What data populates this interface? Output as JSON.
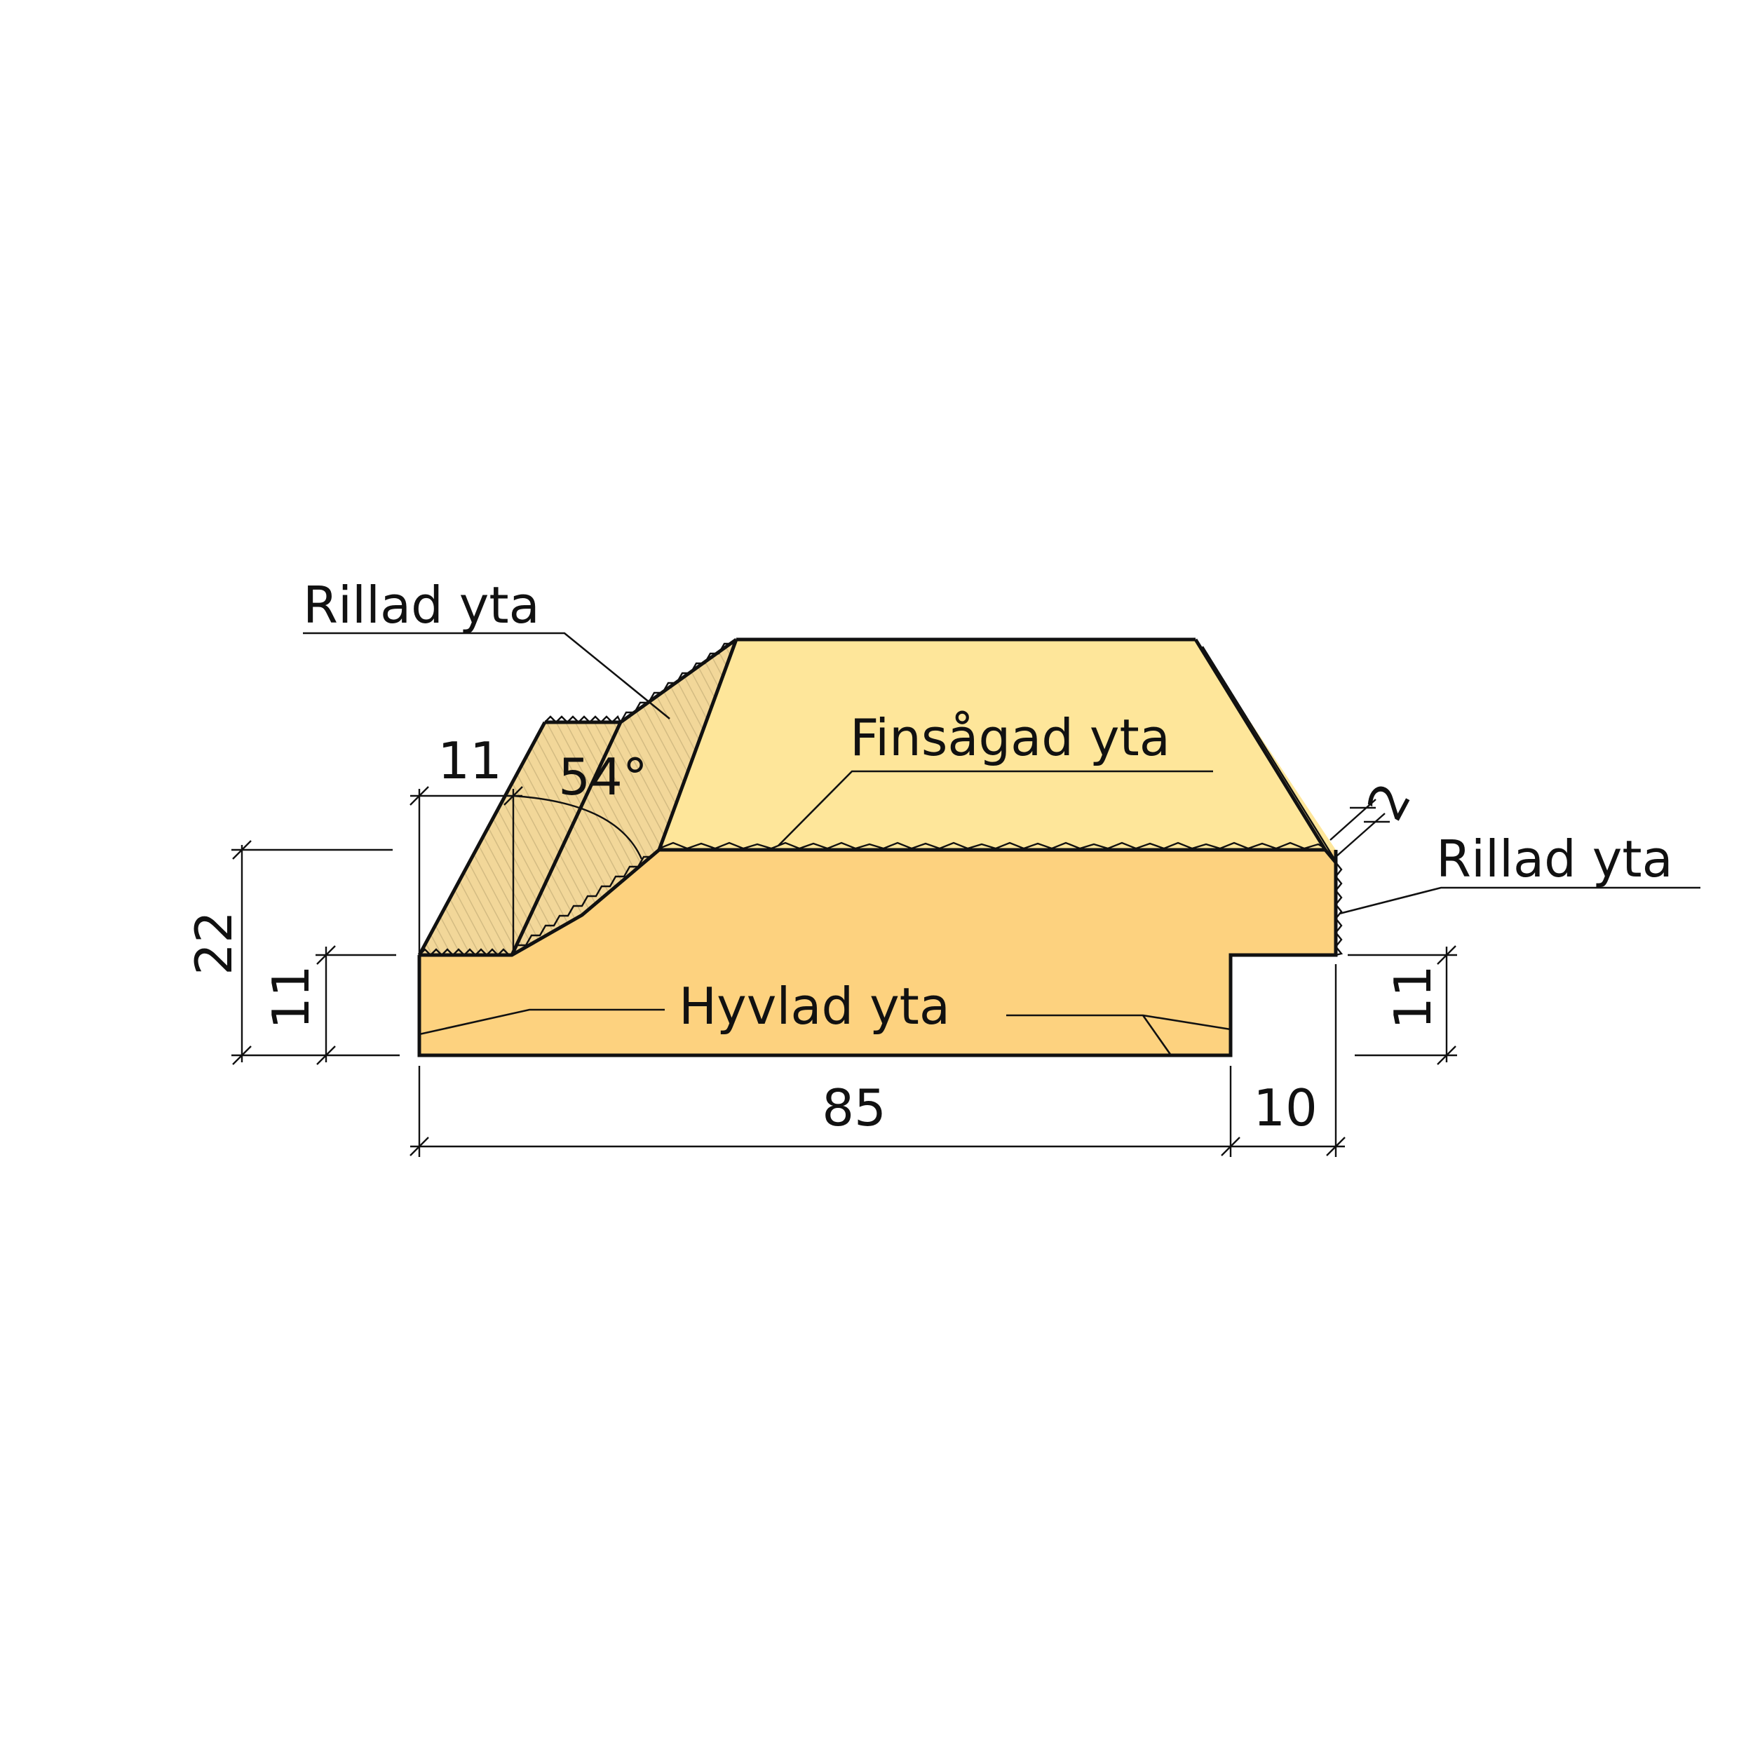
{
  "colors": {
    "top_face": "#FEE69A",
    "front_face": "#FDD27F",
    "chamfer_face": "#F2D799",
    "hatch": "#C9B27A",
    "line": "#111111",
    "background": "#FFFFFF"
  },
  "labels": {
    "rillad_yta_top": "Rillad yta",
    "finsagad_yta": "Finsågad yta",
    "rillad_yta_right": "Rillad yta",
    "hyvlad_yta": "Hyvlad yta"
  },
  "dimensions": {
    "total_height": "22",
    "lower_height_left": "11",
    "bevel_width": "11",
    "bevel_angle": "54°",
    "width": "85",
    "tongue_width": "10",
    "lower_height_right": "11",
    "chamfer": "2"
  }
}
